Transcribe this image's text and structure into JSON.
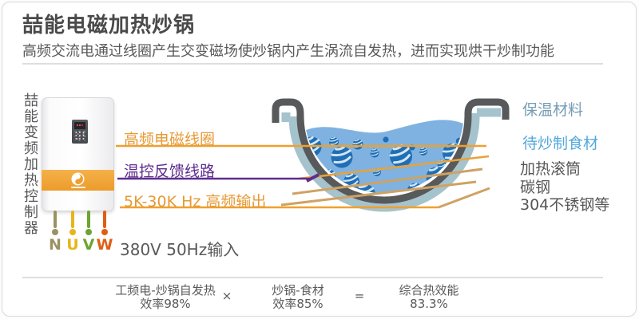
{
  "header": {
    "title": "喆能电磁加热炒锅",
    "subtitle": "高频交流电通过线圈产生交变磁场使炒锅内产生涡流自发热，进而实现烘干炒制功能"
  },
  "controller": {
    "vertical_label": "喆能变频加热控制器",
    "power_input": "380V 50Hz输入",
    "wires": [
      {
        "label": "N",
        "color": "#9A9164"
      },
      {
        "label": "U",
        "color": "#E6B51C"
      },
      {
        "label": "V",
        "color": "#6CA431"
      },
      {
        "label": "W",
        "color": "#DF5E15"
      }
    ]
  },
  "callouts": {
    "coil_label": "高频电磁线圈",
    "feedback_label": "温控反馈线路",
    "output_label": "5K-30K Hz 高频输出"
  },
  "wok": {
    "insulation_label": "保温材料",
    "food_label": "待炒制食材",
    "drum_label_line1": "加热滚筒",
    "drum_label_line2": "碳钢",
    "drum_label_line3": "304不锈钢等"
  },
  "efficiency": {
    "factor1_line1": "工频电-炒锅自发热",
    "factor1_line2": "效率98%",
    "operator_multiply": "×",
    "factor2_line1": "炒锅-食材",
    "factor2_line2": "效率85%",
    "operator_equals": "=",
    "result_line1": "综合热效能",
    "result_line2": "83.3%"
  },
  "colors": {
    "accent_orange": "#EFA02F",
    "accent_purple": "#5E2C8E",
    "insulation": "#A5C3CC",
    "steel": "#58595B",
    "food_liquid": "#7FB2E0",
    "food_ball": "#1E6FB6"
  }
}
